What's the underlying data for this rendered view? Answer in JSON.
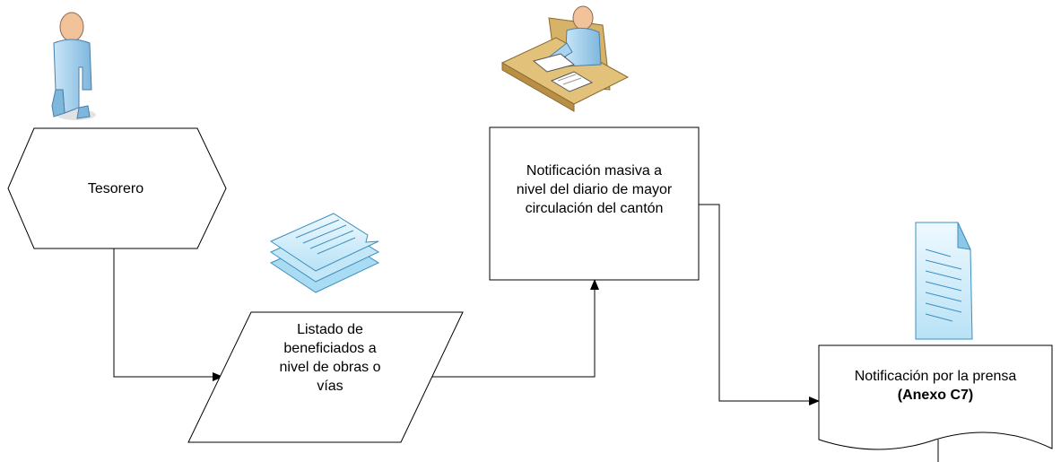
{
  "nodes": {
    "tesorero": {
      "label": "Tesorero"
    },
    "listado": {
      "lines": [
        "Listado de",
        "beneficiados a",
        "nivel de obras o",
        "vías"
      ]
    },
    "notificacion_masiva": {
      "lines": [
        "Notificación masiva a",
        "nivel del diario de mayor",
        "circulación del cantón"
      ]
    },
    "notificacion_prensa": {
      "line1": "Notificación por la prensa",
      "line2": "(Anexo C7)"
    }
  },
  "colors": {
    "stroke": "#000000",
    "skin": "#f2c29b",
    "clothes": "#a9d3ee",
    "clothes_dark": "#6fa8cf",
    "paper": "#d9f0fb",
    "paper_edge": "#5a9fc4",
    "desk": "#d9b46a"
  },
  "icons": [
    "person-icon",
    "person-at-desk-icon",
    "document-stack-icon",
    "document-icon"
  ]
}
